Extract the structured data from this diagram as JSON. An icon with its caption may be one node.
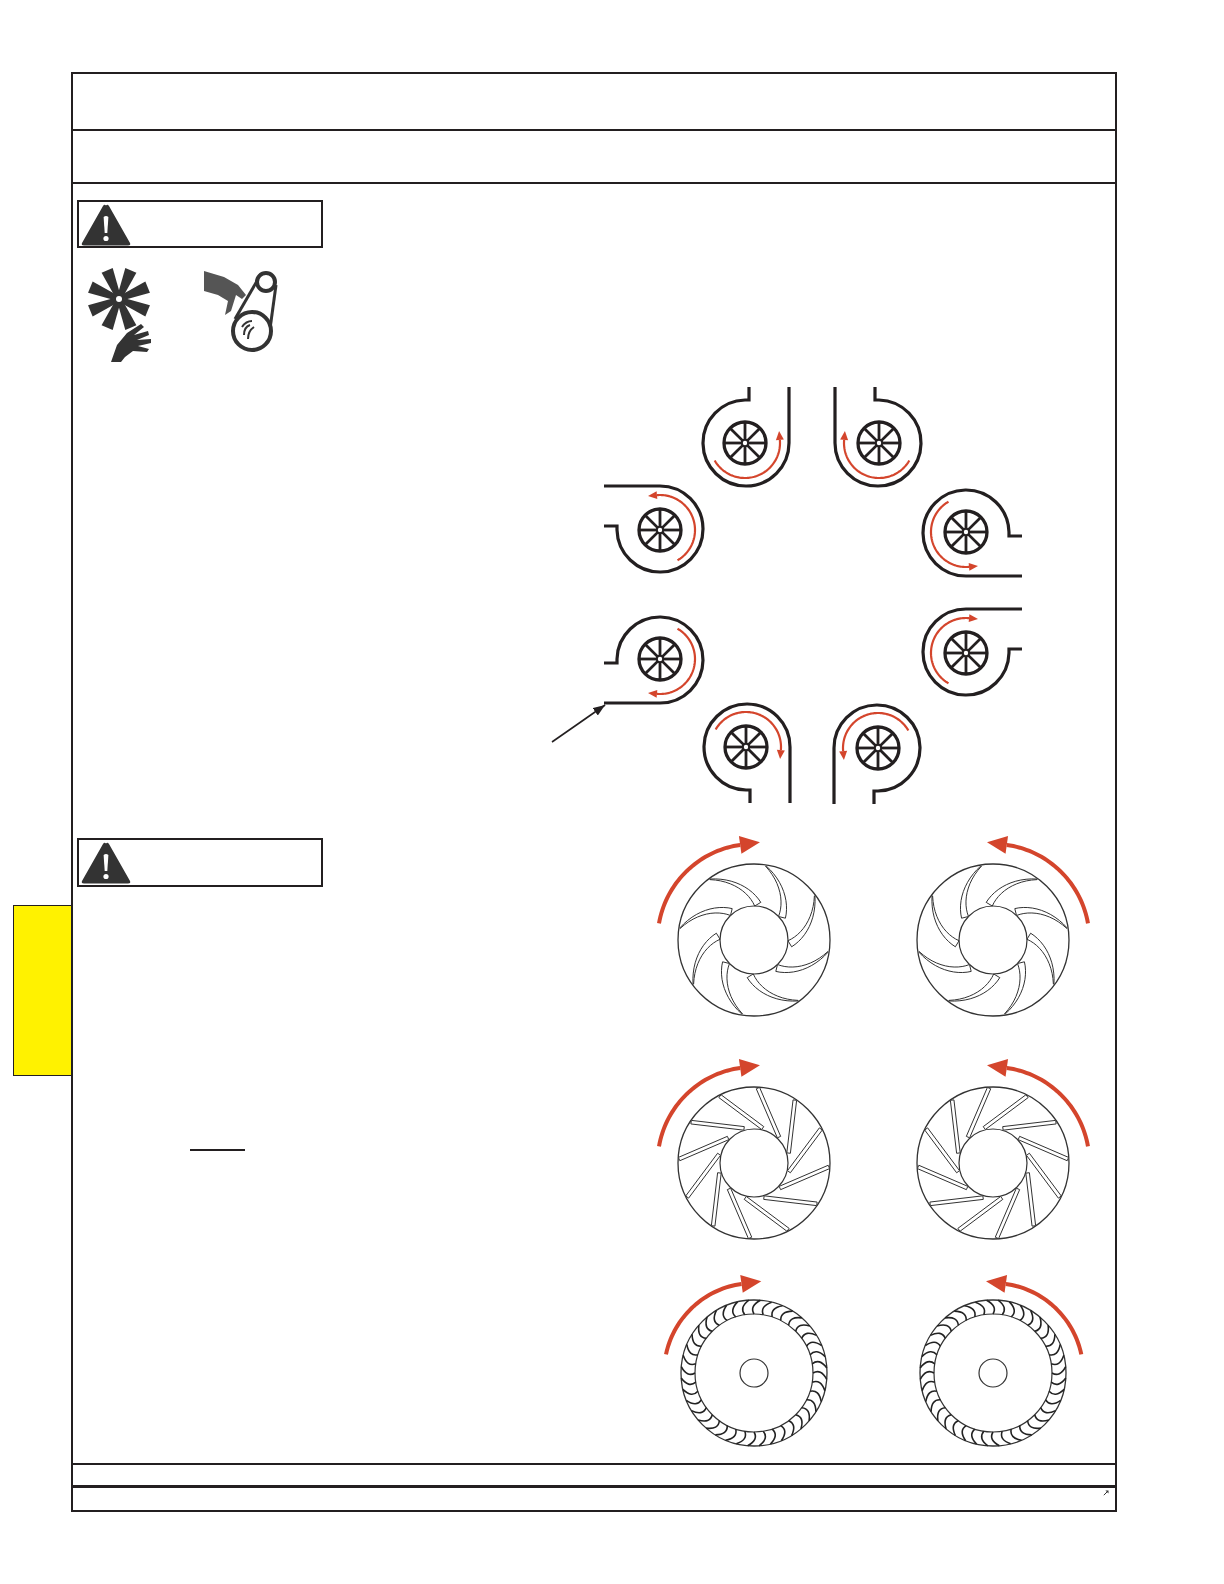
{
  "diagram": {
    "nodes": [
      {
        "text": [],
        "shape": "picture"
      },
      {
        "text": [],
        "shape": "picture"
      },
      {
        "text": [],
        "shape": "picture"
      },
      {
        "text": [],
        "shape": "picture"
      },
      {
        "text": [],
        "shape": "picture"
      },
      {
        "text": [],
        "shape": "picture"
      },
      {
        "text": [],
        "shape": "picture"
      },
      {
        "text": [],
        "shape": "picture"
      },
      {
        "text": [],
        "shape": "box"
      }
    ],
    "edges": [
      {
        "from": null,
        "to": 4,
        "arrow": "to"
      }
    ]
  }
}
